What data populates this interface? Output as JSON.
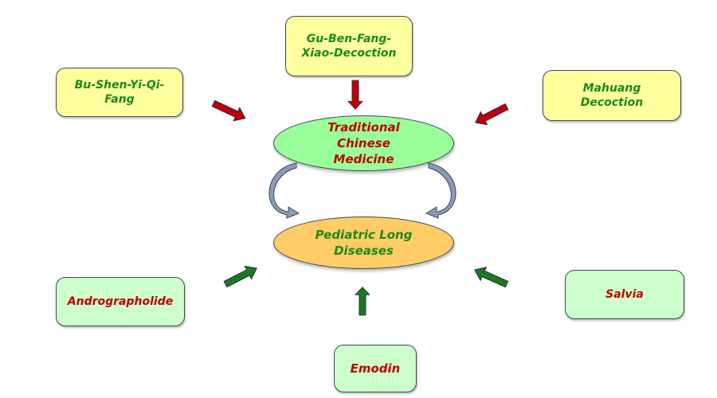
{
  "diagram": {
    "center_top": {
      "label_lines": [
        "Traditional",
        "Chinese",
        "Medicine"
      ],
      "fill": "#99ff99",
      "text_color": "#c00000"
    },
    "center_bottom": {
      "label_lines": [
        "Pediatric Long",
        "Diseases"
      ],
      "fill": "#ffcc66",
      "text_color": "#1a8a1a"
    },
    "tcm_formulas": [
      {
        "id": "bu-shen-yi-qi-fang",
        "label_lines": [
          "Bu-Shen-Yi-Qi-",
          "Fang"
        ]
      },
      {
        "id": "gu-ben-fang-xiao-decoction",
        "label_lines": [
          "Gu-Ben-Fang-",
          "Xiao-Decoction"
        ]
      },
      {
        "id": "mahuang-decoction",
        "label_lines": [
          "Mahuang",
          "Decoction"
        ]
      }
    ],
    "compounds": [
      {
        "id": "andrographolide",
        "label": "Andrographolide"
      },
      {
        "id": "emodin",
        "label": "Emodin"
      },
      {
        "id": "salvia",
        "label": "Salvia"
      }
    ],
    "colors": {
      "formula_box": "#ffff9e",
      "formula_text": "#1a8a1a",
      "compound_box": "#ccffcc",
      "compound_text": "#c00000",
      "red_arrow": "#c00000",
      "green_arrow": "#1a7a1a",
      "cycle_arrow": "#8a9bb5"
    }
  }
}
